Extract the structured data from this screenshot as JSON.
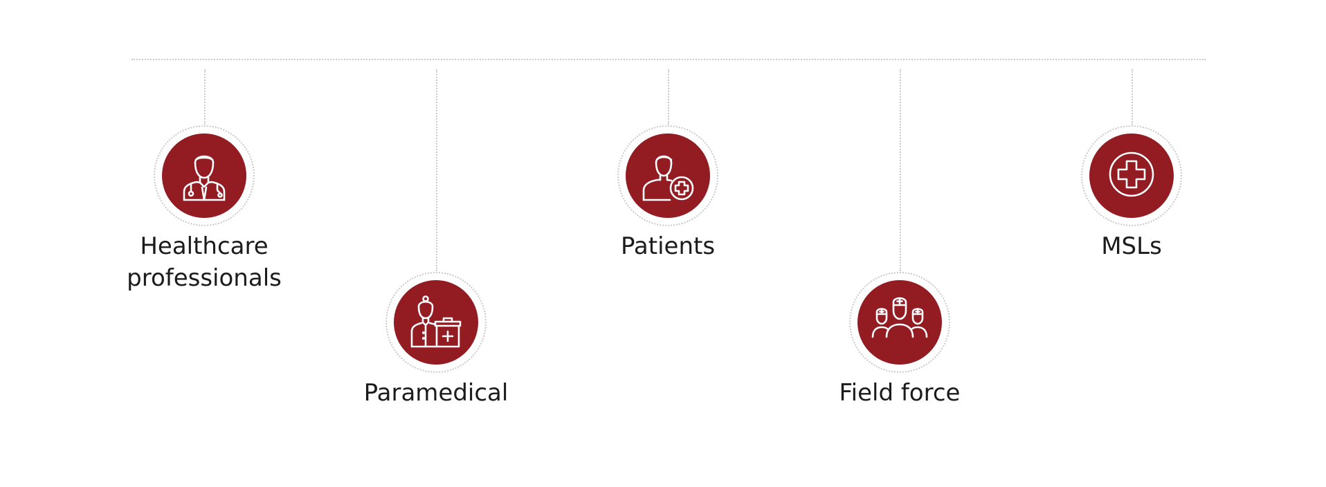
{
  "diagram": {
    "accent_color": "#931b22",
    "line_color": "#c9c9c9",
    "nodes": [
      {
        "label_lines": [
          "Healthcare",
          "professionals"
        ],
        "icon": "doctor-icon"
      },
      {
        "label_lines": [
          "Paramedical"
        ],
        "icon": "paramedic-with-first-aid-kit-icon"
      },
      {
        "label_lines": [
          "Patients"
        ],
        "icon": "patient-with-medical-cross-icon"
      },
      {
        "label_lines": [
          "Field force"
        ],
        "icon": "medical-team-icon"
      },
      {
        "label_lines": [
          "MSLs"
        ],
        "icon": "medical-cross-icon"
      }
    ]
  }
}
